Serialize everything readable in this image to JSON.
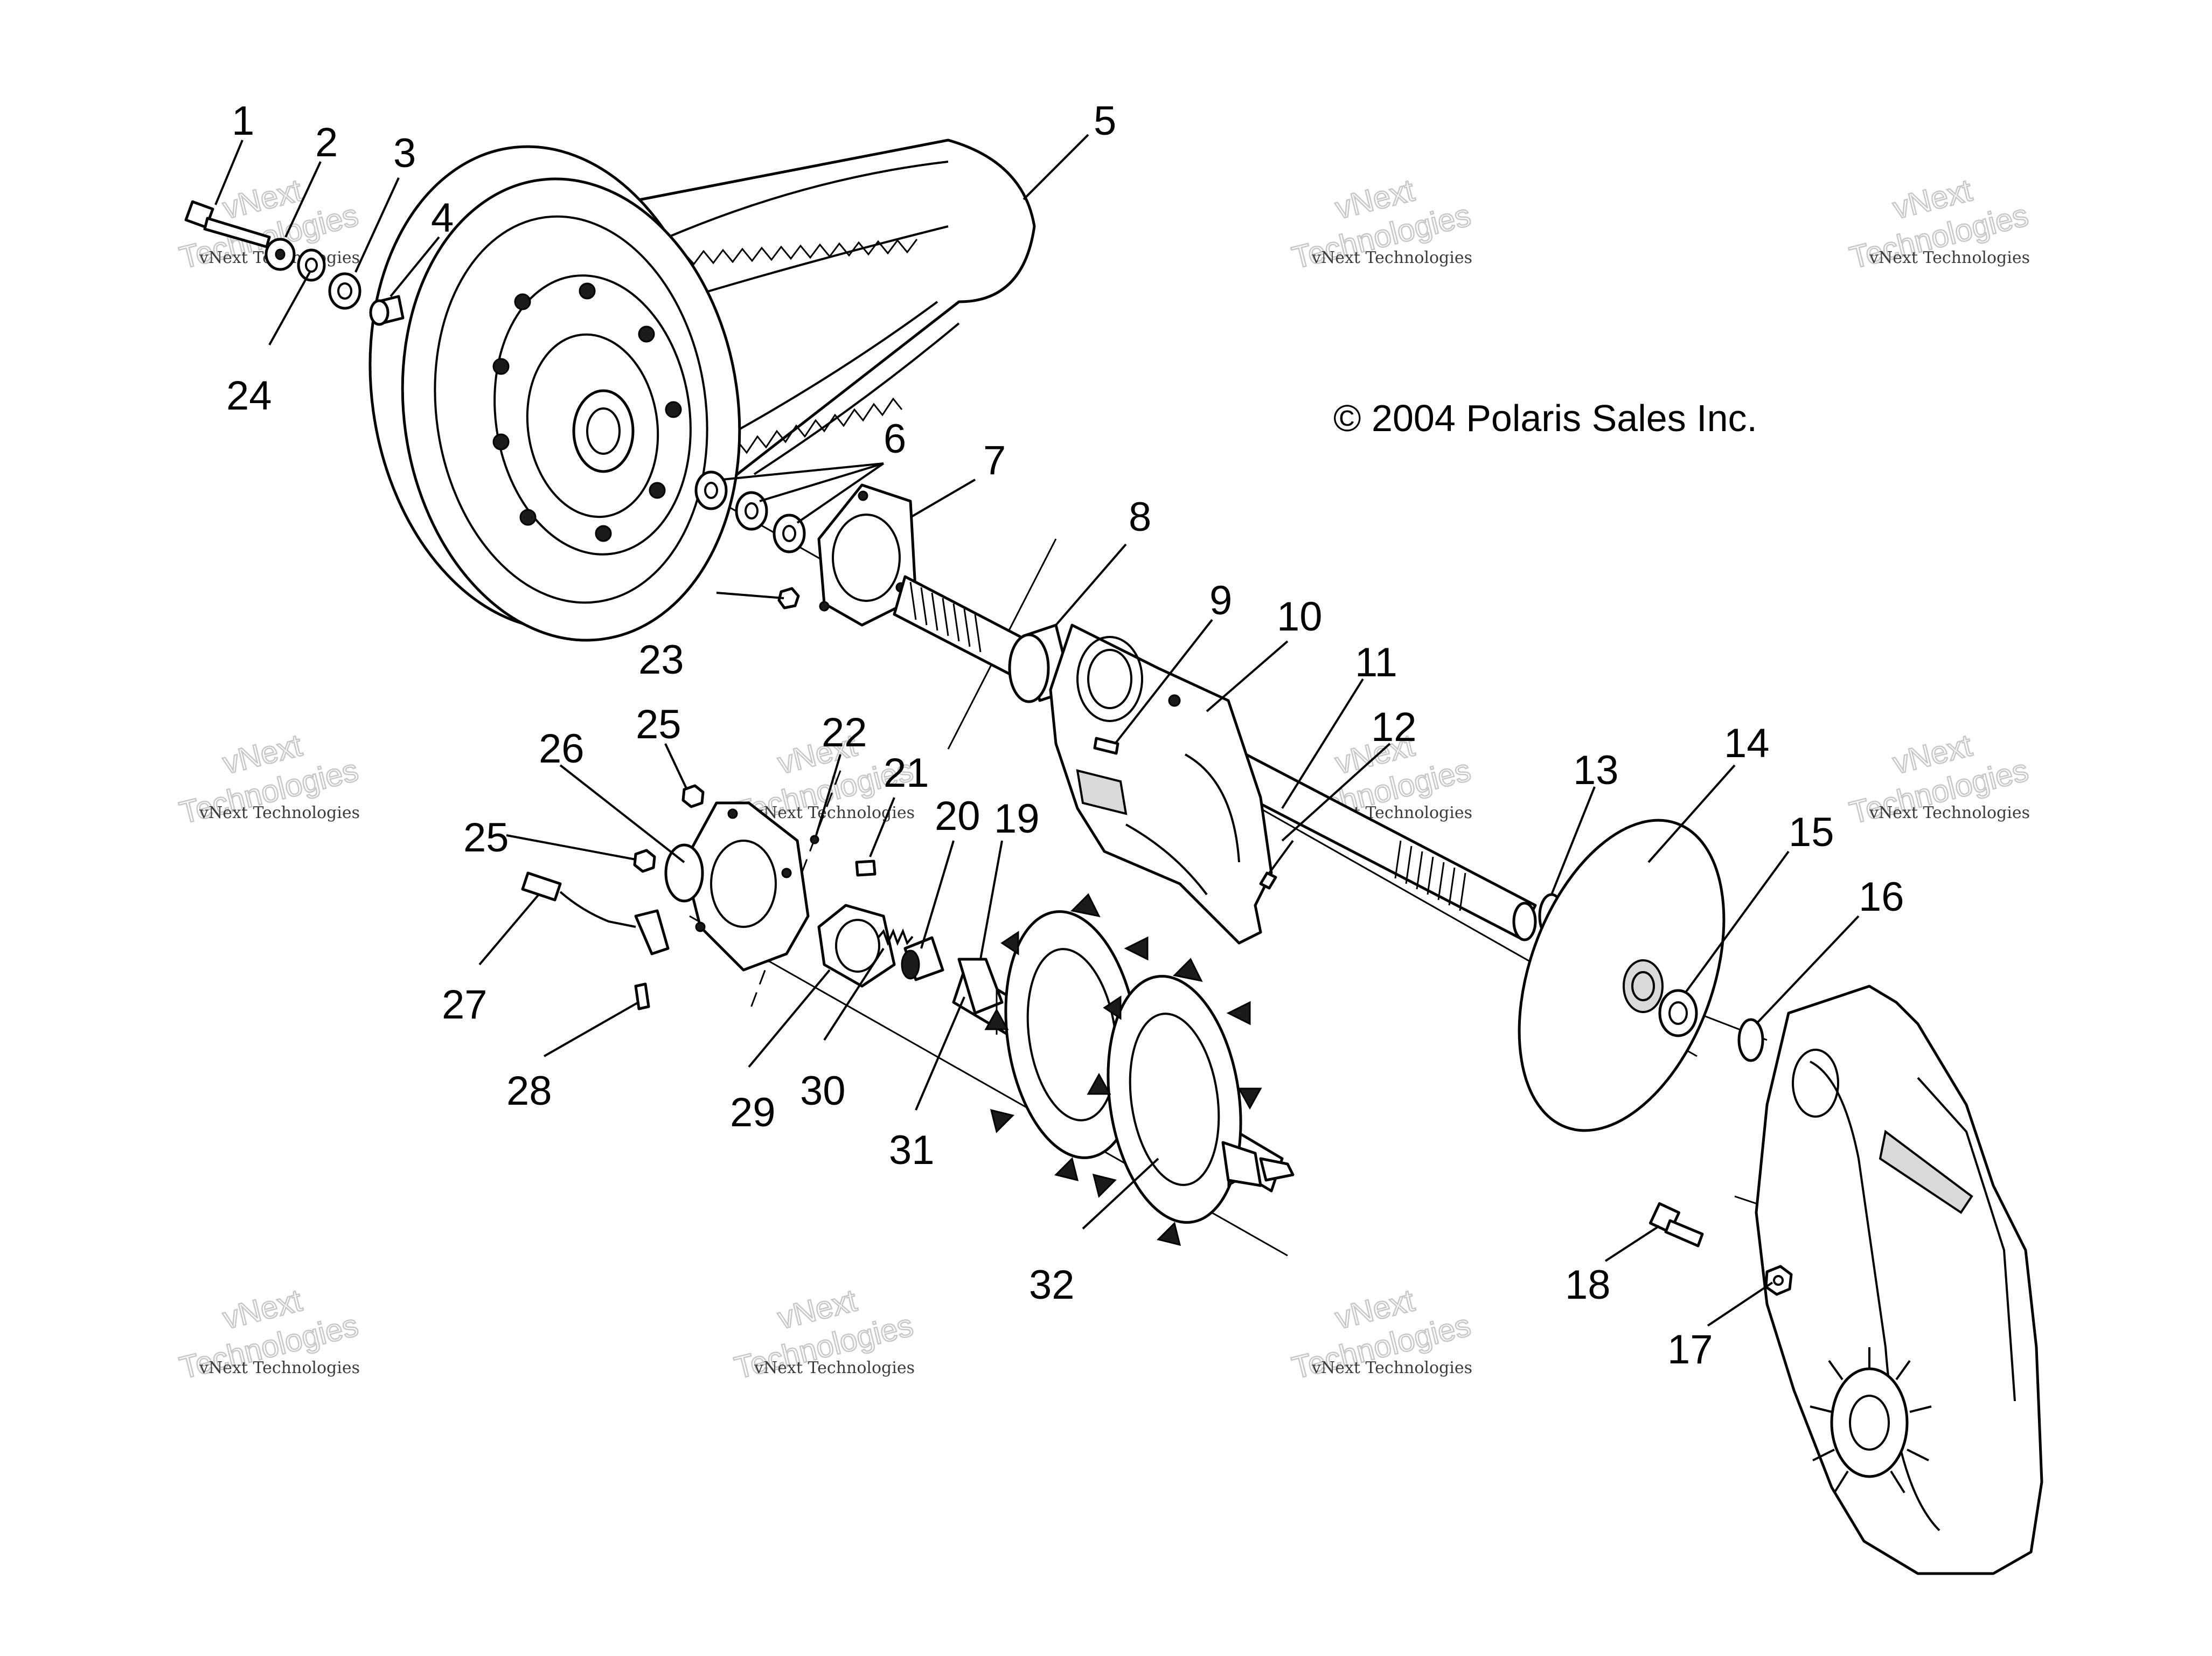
{
  "copyright": "© 2004 Polaris Sales Inc.",
  "watermark": {
    "line_small": "vNext Technologies",
    "line_top": "vNext",
    "line_bottom": "Technologies"
  },
  "callouts": [
    "1",
    "2",
    "3",
    "4",
    "5",
    "6",
    "7",
    "8",
    "9",
    "10",
    "11",
    "12",
    "13",
    "14",
    "15",
    "16",
    "17",
    "18",
    "19",
    "20",
    "21",
    "22",
    "23",
    "24",
    "25",
    "25",
    "26",
    "27",
    "28",
    "29",
    "30",
    "31",
    "32"
  ]
}
